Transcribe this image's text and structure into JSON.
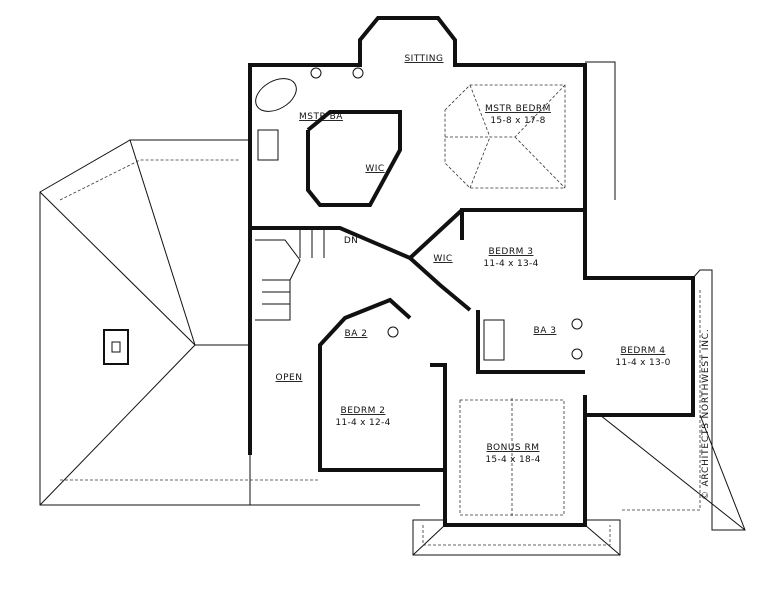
{
  "rooms": {
    "sitting": {
      "name": "SITTING"
    },
    "master_bedroom": {
      "name": "MSTR BEDRM",
      "size": "15-8 x 17-8"
    },
    "master_bath": {
      "name": "MSTR BA"
    },
    "master_wic": {
      "name": "WIC"
    },
    "stairs": {
      "name": "DN"
    },
    "bedroom_3": {
      "name": "BEDRM 3",
      "size": "11-4 x 13-4"
    },
    "bedroom_3_wic": {
      "name": "WIC"
    },
    "bath_2": {
      "name": "BA 2"
    },
    "bath_3": {
      "name": "BA 3"
    },
    "open": {
      "name": "OPEN"
    },
    "bedroom_2": {
      "name": "BEDRM 2",
      "size": "11-4 x 12-4"
    },
    "bonus_room": {
      "name": "BONUS RM",
      "size": "15-4 x 18-4"
    },
    "bedroom_4": {
      "name": "BEDRM 4",
      "size": "11-4 x 13-0"
    }
  },
  "copyright": "© ARCHITECTS NORTHWEST INC."
}
